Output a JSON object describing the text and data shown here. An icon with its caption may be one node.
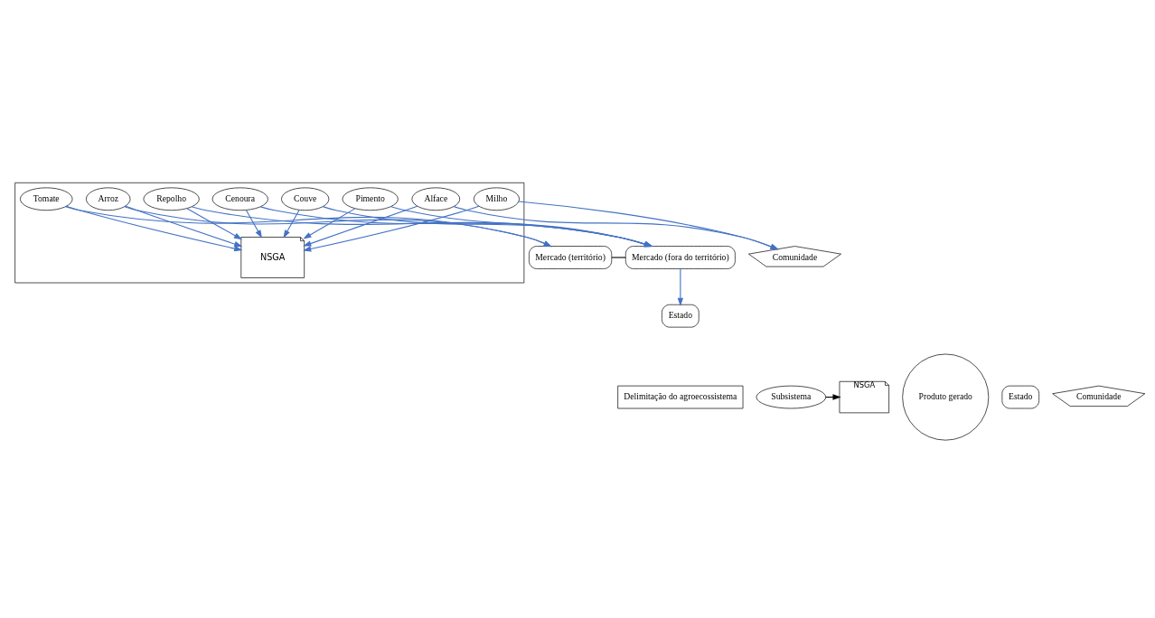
{
  "diagram": {
    "nodes": [
      {
        "text": [
          "Comunidade"
        ]
      },
      {
        "text": [],
        "shape": "box"
      },
      {
        "text": [
          "Arroz"
        ],
        "in": 1
      },
      {
        "text": [
          "Tomate"
        ],
        "in": 1
      },
      {
        "text": [
          "Milho"
        ],
        "in": 1
      },
      {
        "text": [
          "Pimento"
        ],
        "in": 1
      },
      {
        "text": [
          "Couve"
        ],
        "in": 1
      },
      {
        "text": [
          "NSGA"
        ],
        "in": 1
      },
      {
        "text": [
          "Cenoura"
        ],
        "in": 1
      },
      {
        "text": [
          "Alface"
        ],
        "in": 1
      },
      {
        "text": [
          "Repolho"
        ],
        "in": 1
      },
      {
        "text": [
          "Estado"
        ]
      },
      {
        "text": [
          "Mercado (território)"
        ]
      },
      {
        "text": [
          "Mercado (fora do território)"
        ]
      },
      {
        "text": [
          "Delimitação do agroecossistema"
        ]
      },
      {
        "text": [
          "Subsistema"
        ]
      },
      {
        "text": [
          "NSGA"
        ]
      },
      {
        "text": [
          "Produto gerado"
        ]
      },
      {
        "text": [
          "Estado"
        ]
      },
      {
        "text": [
          "Comunidade"
        ]
      }
    ],
    "edges": [
      {
        "from": 2,
        "to": 7,
        "arrow": "to"
      },
      {
        "from": 2,
        "to": 12,
        "arrow": "to"
      },
      {
        "from": 3,
        "to": 7,
        "arrow": "to"
      },
      {
        "from": 3,
        "to": 12,
        "arrow": "to"
      },
      {
        "from": 4,
        "to": 7,
        "arrow": "to"
      },
      {
        "from": 4,
        "to": 0,
        "arrow": "to"
      },
      {
        "from": 5,
        "to": 7,
        "arrow": "to"
      },
      {
        "from": 5,
        "to": 13,
        "arrow": "to"
      },
      {
        "from": 6,
        "to": 7,
        "arrow": "to"
      },
      {
        "from": 6,
        "to": 13,
        "arrow": "to"
      },
      {
        "from": 8,
        "to": 7,
        "arrow": "to"
      },
      {
        "from": 8,
        "to": 13,
        "arrow": "to"
      },
      {
        "from": 9,
        "to": 7,
        "arrow": "to"
      },
      {
        "from": 9,
        "to": 0,
        "arrow": "to"
      },
      {
        "from": 10,
        "to": 7,
        "arrow": "to"
      },
      {
        "from": 10,
        "to": 13,
        "arrow": "to"
      },
      {
        "from": 13,
        "to": 11,
        "arrow": "to"
      },
      {
        "from": 12,
        "to": 13,
        "arrow": "none",
        "color": "#000000"
      },
      {
        "from": 15,
        "to": 16,
        "arrow": "to",
        "color": "#000000"
      }
    ]
  }
}
